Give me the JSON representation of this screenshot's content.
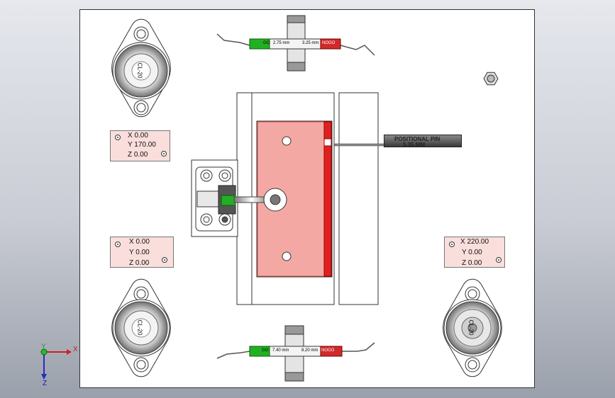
{
  "labels": {
    "top_left": {
      "x": "X 0.00",
      "y": "Y 170.00",
      "z": "Z 0.00"
    },
    "bottom_left": {
      "x": "X 0.00",
      "y": "Y 0.00",
      "z": "Z 0.00"
    },
    "bottom_right": {
      "x": "X 220.00",
      "y": "Y 0.00",
      "z": "Z 0.00"
    }
  },
  "gauges": {
    "top": {
      "go": "GO",
      "size1": "2.75 mm",
      "size2": "3.25 mm",
      "nogo": "NOGO"
    },
    "bottom": {
      "go": "GO",
      "size1": "7.40 mm",
      "size2": "8.20 mm",
      "nogo": "NOGO"
    }
  },
  "positional_pin": {
    "line1": "POSITIONAL PIN",
    "line2": "5.35 MM"
  },
  "clamp_text": "CL-20",
  "triad": {
    "x": "X",
    "y": "Y",
    "z": "Z"
  },
  "colors": {
    "part_fill": "#f4a8a4",
    "part_edge": "#e02020",
    "go": "#22b022",
    "nogo": "#d02a2a"
  }
}
